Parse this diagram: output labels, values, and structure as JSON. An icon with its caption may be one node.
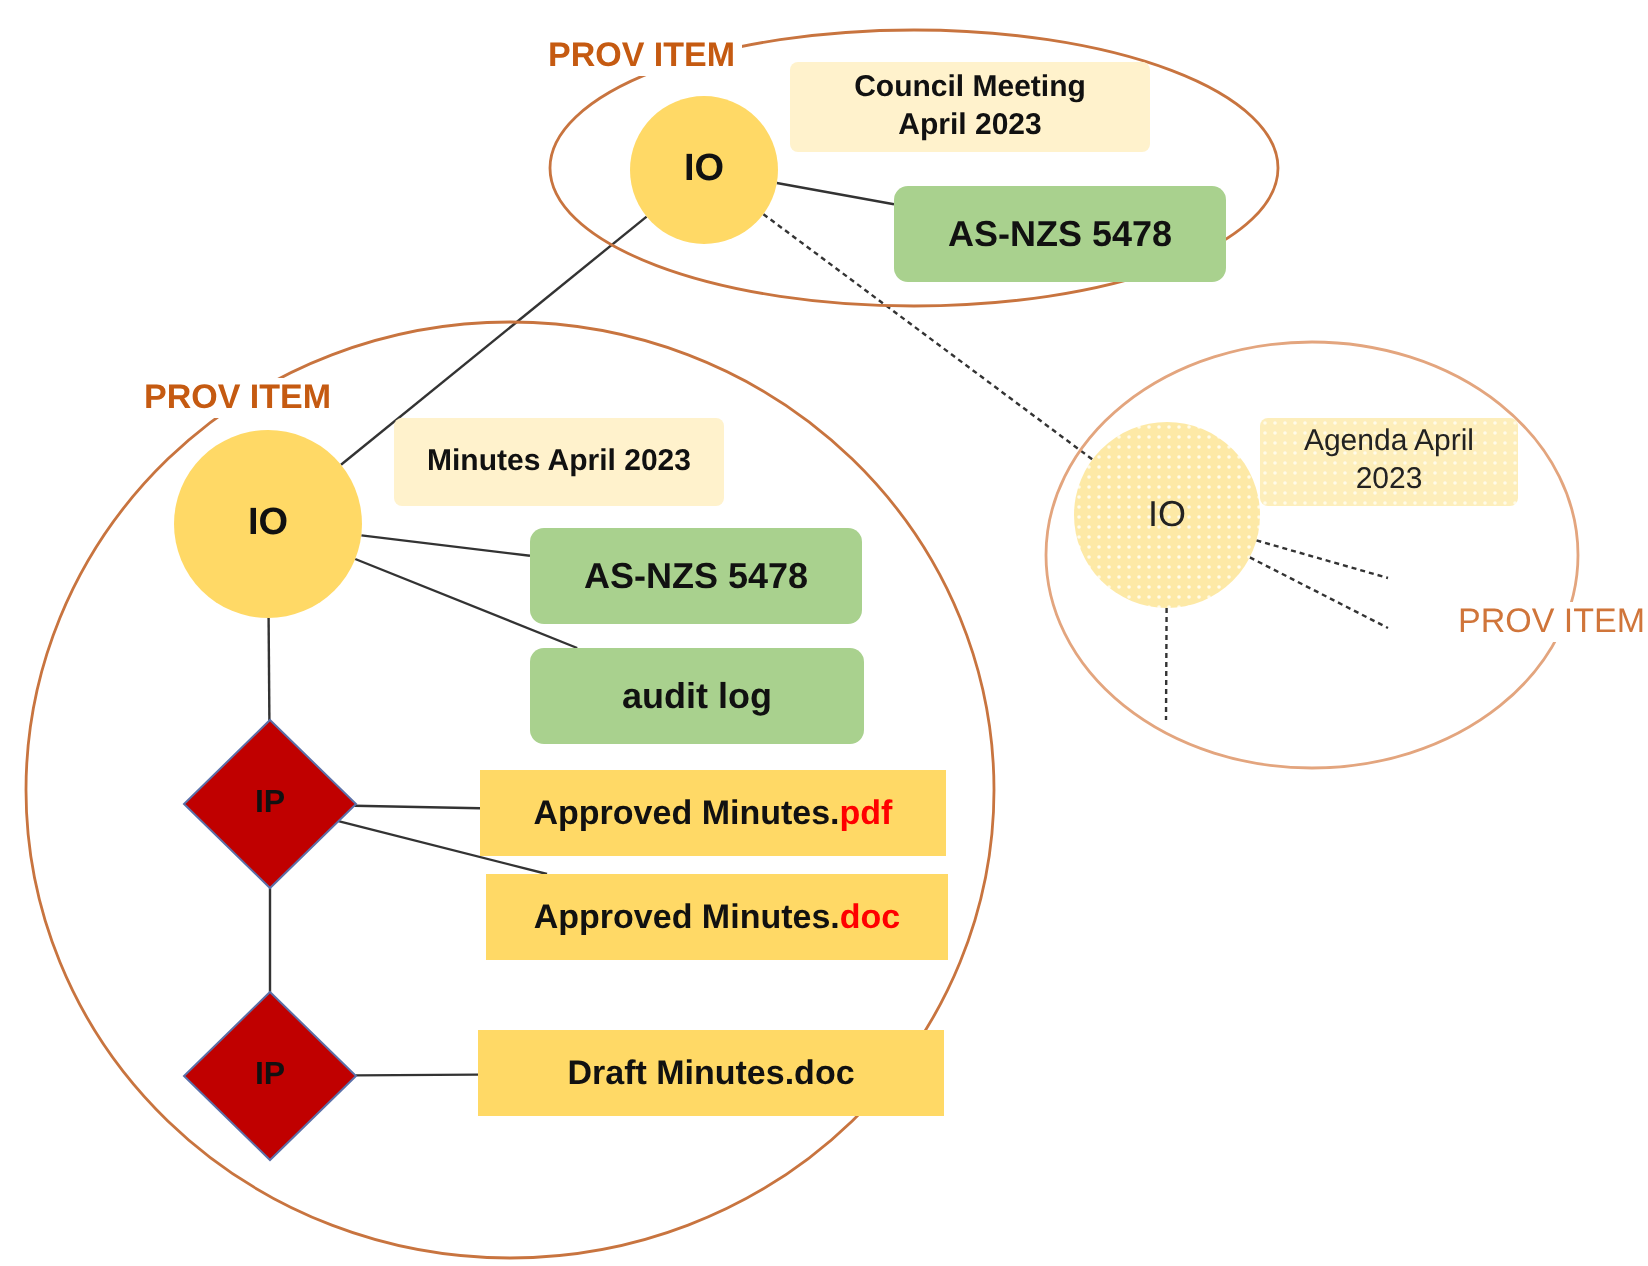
{
  "diagram": {
    "nodes": [
      {
        "text": [
          "PROV ITEM"
        ]
      },
      {
        "text": [
          "IO"
        ],
        "in": 0
      },
      {
        "text": [
          "Council Meeting April 2023"
        ],
        "in": 0
      },
      {
        "text": [
          "AS-NZS 5478"
        ],
        "in": 0
      },
      {
        "text": [
          "PROV ITEM"
        ]
      },
      {
        "text": [
          "IO"
        ],
        "in": 4
      },
      {
        "text": [
          "Minutes April 2023"
        ],
        "in": 4
      },
      {
        "text": [
          "AS-NZS 5478"
        ],
        "in": 4
      },
      {
        "text": [
          "audit log"
        ],
        "in": 4
      },
      {
        "text": [
          "IP"
        ],
        "in": 4
      },
      {
        "text": [
          "Approved Minutes.pdf"
        ],
        "in": 4
      },
      {
        "text": [
          "Approved Minutes.doc"
        ],
        "in": 4
      },
      {
        "text": [
          "IP"
        ],
        "in": 4
      },
      {
        "text": [
          "Draft Minutes.doc"
        ],
        "in": 4
      },
      {
        "text": [
          "PROV ITEM"
        ]
      },
      {
        "text": [
          "IO"
        ],
        "in": 14
      },
      {
        "text": [
          "Agenda April 2023"
        ],
        "in": 14
      }
    ],
    "edges": [
      {
        "from": 1,
        "to": 5,
        "arrow": "none"
      },
      {
        "from": 1,
        "to": 3,
        "arrow": "none"
      },
      {
        "from": 1,
        "to": 15,
        "arrow": "none",
        "style": "dashed"
      },
      {
        "from": 5,
        "to": 7,
        "arrow": "none"
      },
      {
        "from": 5,
        "to": 8,
        "arrow": "none"
      },
      {
        "from": 5,
        "to": 9,
        "arrow": "none"
      },
      {
        "from": 9,
        "to": 10,
        "arrow": "none"
      },
      {
        "from": 9,
        "to": 11,
        "arrow": "none"
      },
      {
        "from": 9,
        "to": 12,
        "arrow": "none"
      },
      {
        "from": 12,
        "to": 13,
        "arrow": "none"
      },
      {
        "from": 15,
        "to": null,
        "arrow": "none",
        "style": "dashed"
      },
      {
        "from": 15,
        "to": null,
        "arrow": "none",
        "style": "dashed"
      },
      {
        "from": 15,
        "to": null,
        "arrow": "none",
        "style": "dashed"
      }
    ]
  }
}
